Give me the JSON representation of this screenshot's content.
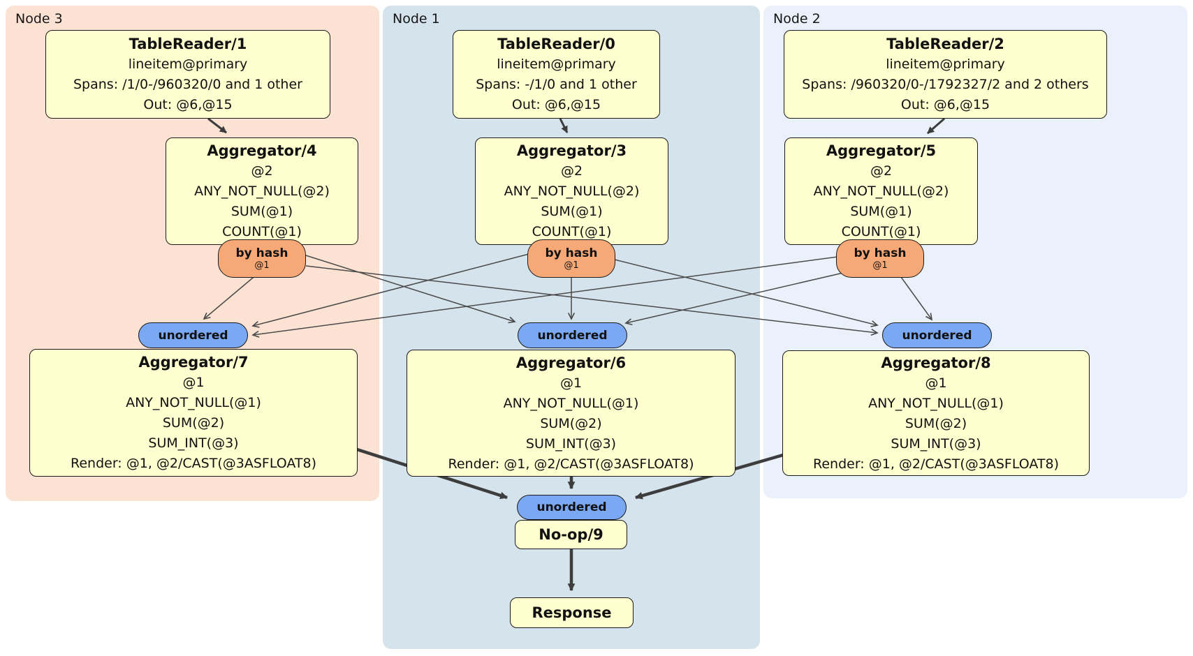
{
  "diagram": {
    "regions": [
      {
        "id": "node3",
        "label": "Node 3"
      },
      {
        "id": "node1",
        "label": "Node 1"
      },
      {
        "id": "node2",
        "label": "Node 2"
      }
    ],
    "nodes": {
      "tr1": {
        "title": "TableReader/1",
        "lines": [
          "lineitem@primary",
          "Spans: /1/0-/960320/0 and 1 other",
          "Out: @6,@15"
        ]
      },
      "tr0": {
        "title": "TableReader/0",
        "lines": [
          "lineitem@primary",
          "Spans: -/1/0 and 1 other",
          "Out: @6,@15"
        ]
      },
      "tr2": {
        "title": "TableReader/2",
        "lines": [
          "lineitem@primary",
          "Spans: /960320/0-/1792327/2 and 2 others",
          "Out: @6,@15"
        ]
      },
      "agg4": {
        "title": "Aggregator/4",
        "lines": [
          "@2",
          "ANY_NOT_NULL(@2)",
          "SUM(@1)",
          "COUNT(@1)"
        ]
      },
      "agg3": {
        "title": "Aggregator/3",
        "lines": [
          "@2",
          "ANY_NOT_NULL(@2)",
          "SUM(@1)",
          "COUNT(@1)"
        ]
      },
      "agg5": {
        "title": "Aggregator/5",
        "lines": [
          "@2",
          "ANY_NOT_NULL(@2)",
          "SUM(@1)",
          "COUNT(@1)"
        ]
      },
      "agg7": {
        "title": "Aggregator/7",
        "lines": [
          "@1",
          "ANY_NOT_NULL(@1)",
          "SUM(@2)",
          "SUM_INT(@3)",
          "Render: @1, @2/CAST(@3ASFLOAT8)"
        ]
      },
      "agg6": {
        "title": "Aggregator/6",
        "lines": [
          "@1",
          "ANY_NOT_NULL(@1)",
          "SUM(@2)",
          "SUM_INT(@3)",
          "Render: @1, @2/CAST(@3ASFLOAT8)"
        ]
      },
      "agg8": {
        "title": "Aggregator/8",
        "lines": [
          "@1",
          "ANY_NOT_NULL(@1)",
          "SUM(@2)",
          "SUM_INT(@3)",
          "Render: @1, @2/CAST(@3ASFLOAT8)"
        ]
      },
      "noop9": {
        "title": "No-op/9"
      },
      "response": {
        "title": "Response"
      }
    },
    "routers": {
      "by_hash": {
        "label": "by hash",
        "detail": "@1"
      },
      "unordered": {
        "label": "unordered"
      }
    },
    "colors": {
      "node3_region": "#fce2d3",
      "node1_region": "#d5e3ec",
      "node2_region": "#eaf1fa",
      "plan_node_fill": "#ffffcf",
      "by_hash_fill": "#f6a876",
      "unordered_fill": "#7aa8f3",
      "edge": "#404040"
    }
  }
}
